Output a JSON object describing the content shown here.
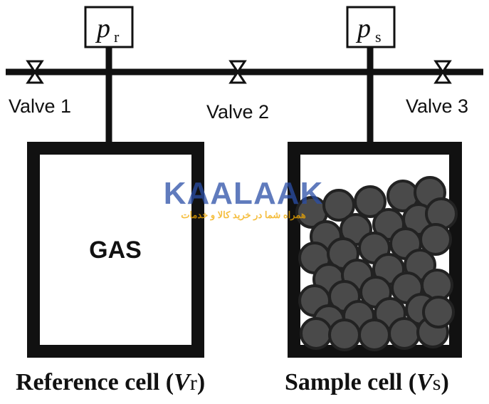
{
  "gauges": {
    "reference": {
      "symbol": "p",
      "subscript": "r"
    },
    "sample": {
      "symbol": "p",
      "subscript": "s"
    }
  },
  "valves": [
    {
      "label": "Valve 1"
    },
    {
      "label": "Valve 2"
    },
    {
      "label": "Valve 3"
    }
  ],
  "reference_cell": {
    "content": "GAS",
    "caption_prefix": "Reference cell (",
    "caption_symbol": "V",
    "caption_sub": "r",
    "caption_suffix": ")"
  },
  "sample_cell": {
    "caption_prefix": "Sample cell (",
    "caption_symbol": "V",
    "caption_sub": "s",
    "caption_suffix": ")"
  },
  "watermark": {
    "brand": "KAALAAK",
    "tagline": "همراه شما در خرید کالا و خدمات",
    "colors": {
      "brand": "#2b4fa8",
      "accent": "#f2a900"
    }
  },
  "colors": {
    "line": "#111111",
    "particle": "#4a4a4a",
    "particle_edge": "#222222"
  }
}
